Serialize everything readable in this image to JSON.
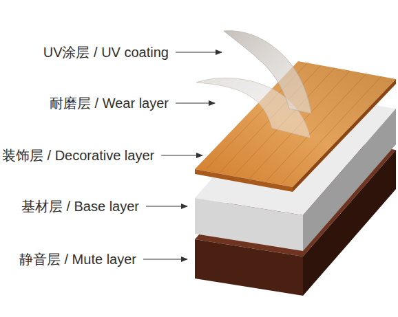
{
  "diagram": {
    "labels": [
      "UV涂层 / UV coating",
      "耐磨层 / Wear layer",
      "装饰层 / Decorative layer",
      "基材层 / Base layer",
      "静音层 / Mute layer"
    ]
  }
}
